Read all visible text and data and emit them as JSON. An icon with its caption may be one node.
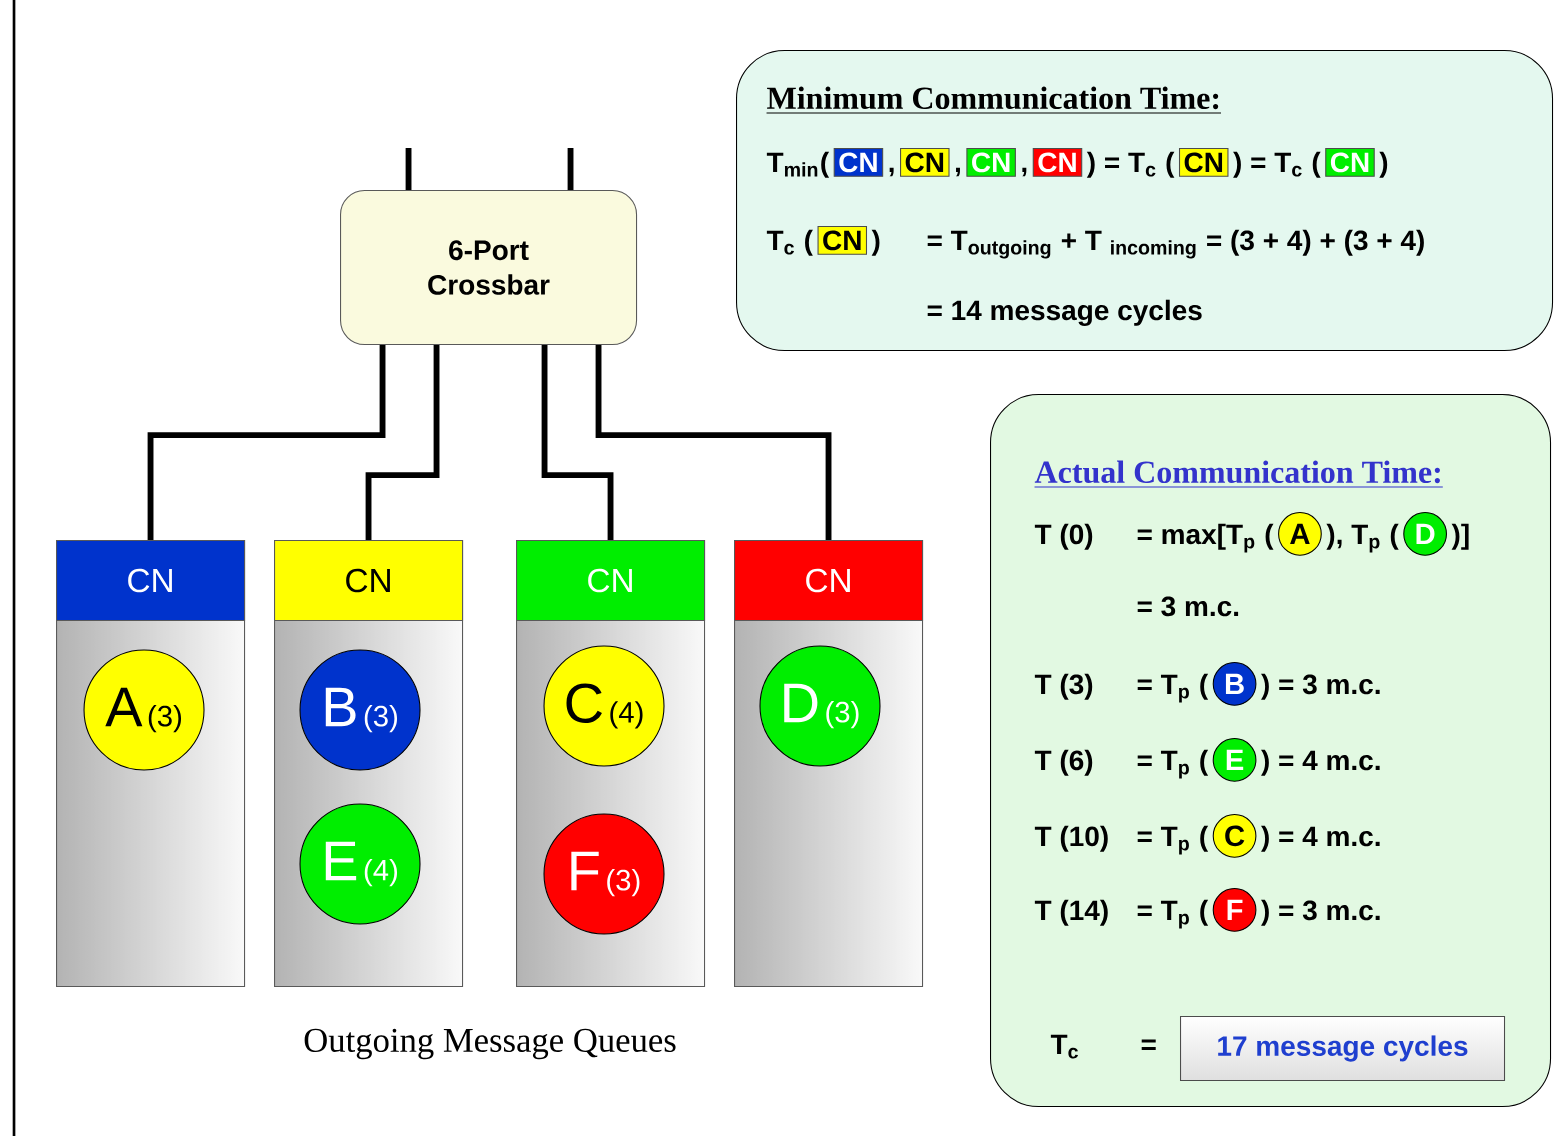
{
  "diagram": {
    "nodes": [
      {
        "text": [
          "6-Port Crossbar"
        ]
      },
      {
        "text": [
          "CN"
        ]
      },
      {
        "text": [
          "CN"
        ]
      },
      {
        "text": [
          "CN"
        ]
      },
      {
        "text": [
          "CN"
        ]
      },
      {
        "text": [
          "A",
          "(3)"
        ],
        "in": 1
      },
      {
        "text": [
          "B",
          "(3)"
        ],
        "in": 2
      },
      {
        "text": [
          "E",
          "(4)"
        ],
        "in": 2
      },
      {
        "text": [
          "C",
          "(4)"
        ],
        "in": 3
      },
      {
        "text": [
          "F",
          "(3)"
        ],
        "in": 3
      },
      {
        "text": [
          "D",
          "(3)"
        ],
        "in": 4
      },
      {
        "text": [
          "Minimum Communication Time:",
          "T$_{min}$(",
          ",",
          ",",
          ",",
          ") = T$_{c}$ (",
          ") = T$_{c}$ (",
          ")",
          "T$_{c}$ (",
          ")",
          "= T$_{outgoing}$ + T $_{incoming}$ = (3 + 4) + (3 + 4)",
          "= 14 message cycles"
        ]
      },
      {
        "text": [
          "CN"
        ],
        "in": 11
      },
      {
        "text": [
          "CN"
        ],
        "in": 11
      },
      {
        "text": [
          "CN"
        ],
        "in": 11
      },
      {
        "text": [
          "CN"
        ],
        "in": 11
      },
      {
        "text": [
          "CN"
        ],
        "in": 11
      },
      {
        "text": [
          "CN"
        ],
        "in": 11
      },
      {
        "text": [
          "CN"
        ],
        "in": 11
      },
      {
        "text": [
          "Actual Communication Time:",
          "T (0)",
          "= max[T$_{p}$ (",
          "), T$_{p}$ (",
          ")]",
          "= 3 m.c.",
          "T (3)",
          "= T$_{p}$ (",
          ") = 3 m.c.",
          "T (6)",
          "= T$_{p}$ (",
          ") = 4 m.c.",
          "T (10)",
          "= T$_{p}$ (",
          ") = 4 m.c.",
          "T (14)",
          "= T$_{p}$ (",
          ") = 3 m.c.",
          "T$_{c}$",
          "="
        ]
      },
      {
        "text": [
          "A"
        ],
        "in": 19
      },
      {
        "text": [
          "D"
        ],
        "in": 19
      },
      {
        "text": [
          "B"
        ],
        "in": 19
      },
      {
        "text": [
          "E"
        ],
        "in": 19
      },
      {
        "text": [
          "C"
        ],
        "in": 19
      },
      {
        "text": [
          "F"
        ],
        "in": 19
      },
      {
        "text": [
          "17 message cycles"
        ],
        "in": 19
      }
    ],
    "edges": [
      {
        "from": 0,
        "to": 1,
        "arrow": "none"
      },
      {
        "from": 0,
        "to": 2,
        "arrow": "none"
      },
      {
        "from": 0,
        "to": 3,
        "arrow": "none"
      },
      {
        "from": 0,
        "to": 4,
        "arrow": "none"
      },
      {
        "from": 0,
        "to": null,
        "arrow": "none"
      },
      {
        "from": 0,
        "to": null,
        "arrow": "none"
      }
    ],
    "labels": [
      "Outgoing Message Queues"
    ]
  }
}
